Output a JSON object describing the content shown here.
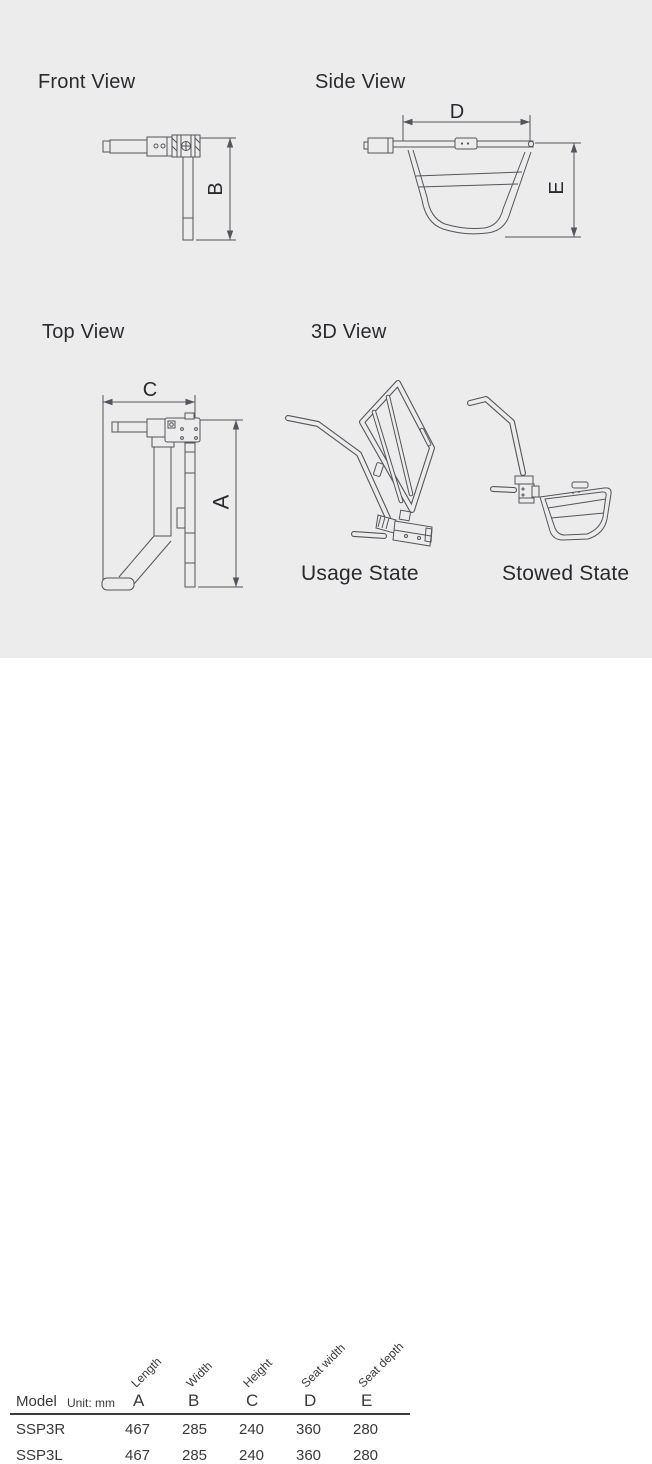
{
  "page": {
    "background_top": "#ececec",
    "background_bottom": "#ffffff",
    "line_color": "#54555a",
    "text_color": "#2a2a2e"
  },
  "views": {
    "front": {
      "title": "Front View",
      "dim_vertical": "B"
    },
    "side": {
      "title": "Side View",
      "dim_horizontal": "D",
      "dim_vertical": "E"
    },
    "top": {
      "title": "Top View",
      "dim_horizontal": "C",
      "dim_vertical": "A"
    },
    "three_d": {
      "title": "3D View",
      "usage_label": "Usage State",
      "stowed_label": "Stowed State"
    }
  },
  "table": {
    "model_header": "Model",
    "unit_label": "Unit: mm",
    "columns": [
      {
        "letter": "A",
        "name": "Length"
      },
      {
        "letter": "B",
        "name": "Width"
      },
      {
        "letter": "C",
        "name": "Height"
      },
      {
        "letter": "D",
        "name": "Seat width"
      },
      {
        "letter": "E",
        "name": "Seat depth"
      }
    ],
    "rows": [
      {
        "model": "SSP3R",
        "values": [
          "467",
          "285",
          "240",
          "360",
          "280"
        ]
      },
      {
        "model": "SSP3L",
        "values": [
          "467",
          "285",
          "240",
          "360",
          "280"
        ]
      }
    ]
  }
}
